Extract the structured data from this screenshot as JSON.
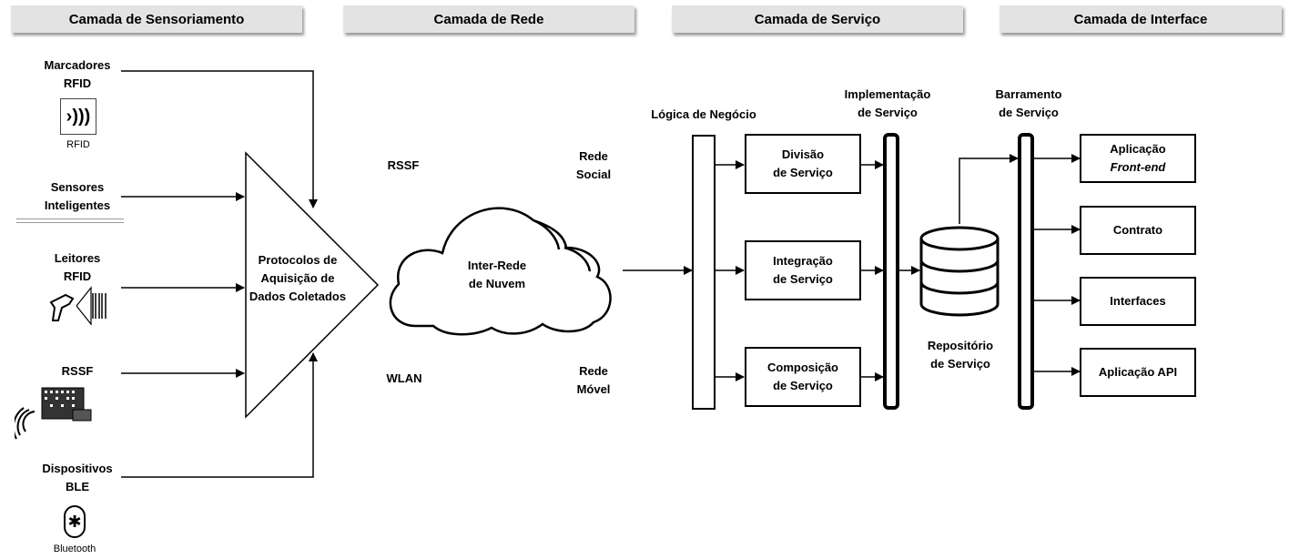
{
  "layers": {
    "sensing": "Camada de Sensoriamento",
    "network": "Camada de Rede",
    "service": "Camada de Serviço",
    "interface": "Camada de Interface"
  },
  "sensing": {
    "rfid_tags": "Marcadores\nRFID",
    "rfid_caption": "RFID",
    "smart_sensors": "Sensores\nInteligentes",
    "rfid_readers": "Leitores\nRFID",
    "wsn": "RSSF",
    "ble": "Dispositivos\nBLE",
    "bluetooth_caption": "Bluetooth",
    "protocols": "Protocolos de\nAquisição de\nDados Coletados"
  },
  "network": {
    "wsn": "RSSF",
    "wlan": "WLAN",
    "cloud": "Inter-Rede\nde Nuvem",
    "social": "Rede\nSocial",
    "mobile": "Rede\nMóvel"
  },
  "service": {
    "business_logic": "Lógica de Negócio",
    "implementation": "Implementação\nde Serviço",
    "bus": "Barramento\nde Serviço",
    "division": "Divisão\nde Serviço",
    "integration": "Integração\nde Serviço",
    "composition": "Composição\nde Serviço",
    "repository": "Repositório\nde Serviço"
  },
  "interface": {
    "frontend_app_line1": "Aplicação",
    "frontend_app_line2": "Front-end",
    "contract": "Contrato",
    "interfaces": "Interfaces",
    "api_app": "Aplicação API"
  }
}
